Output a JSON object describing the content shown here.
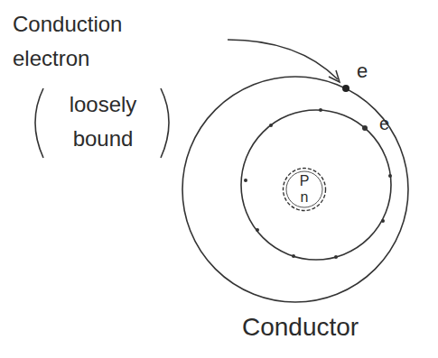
{
  "diagram": {
    "caption": "Conductor",
    "nodes": [
      {
        "text": [
          "P",
          "n"
        ]
      }
    ],
    "labels": [
      "Conduction electron",
      "loosely bound",
      "e",
      "e"
    ]
  }
}
